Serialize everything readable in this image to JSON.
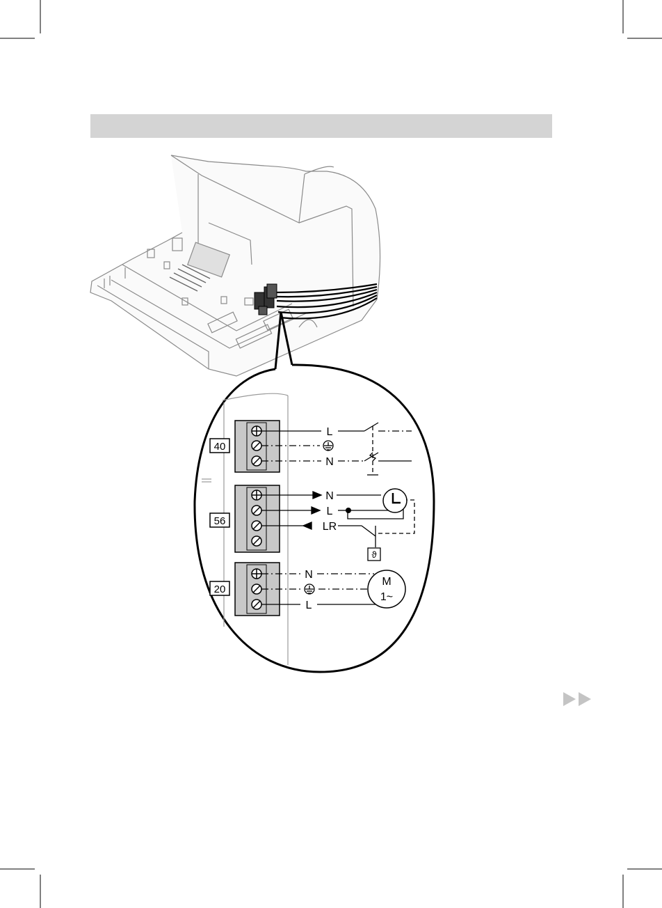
{
  "terminal_blocks": [
    {
      "id": "40",
      "wires": [
        "L",
        "",
        "N"
      ]
    },
    {
      "id": "56",
      "wires": [
        "N",
        "L",
        "LR",
        ""
      ]
    },
    {
      "id": "20",
      "wires": [
        "N",
        "",
        "L"
      ]
    }
  ],
  "components": {
    "motor_label": "M",
    "motor_phase": "1~",
    "thermostat_symbol": "ϑ"
  },
  "colors": {
    "section_bar": "#d4d4d4",
    "terminal_fill": "#c8c8c8",
    "line": "#000000",
    "nav_arrow": "#c4c4c4"
  },
  "icons": [
    "earth-ground-icon",
    "clock-icon",
    "motor-icon",
    "thermostat-icon",
    "next-page-icon"
  ]
}
